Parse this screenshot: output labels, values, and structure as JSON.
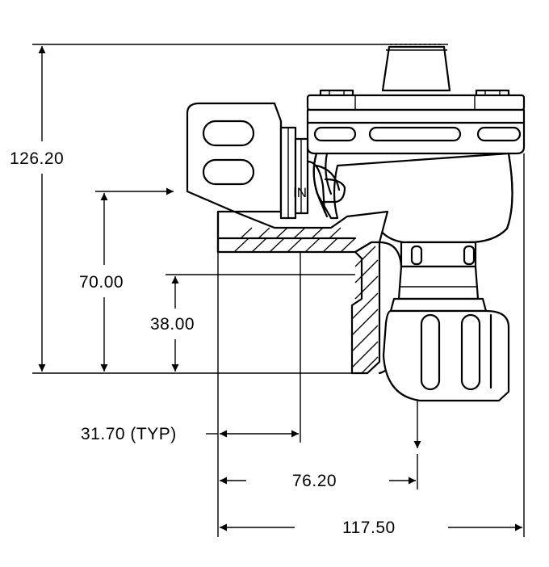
{
  "dimensions": {
    "overall_height": "126.20",
    "inlet_height": "70.00",
    "outlet_height": "38.00",
    "flange_typ": "31.70 (TYP)",
    "center_distance": "76.20",
    "overall_width": "117.50"
  },
  "port_label": "IN"
}
